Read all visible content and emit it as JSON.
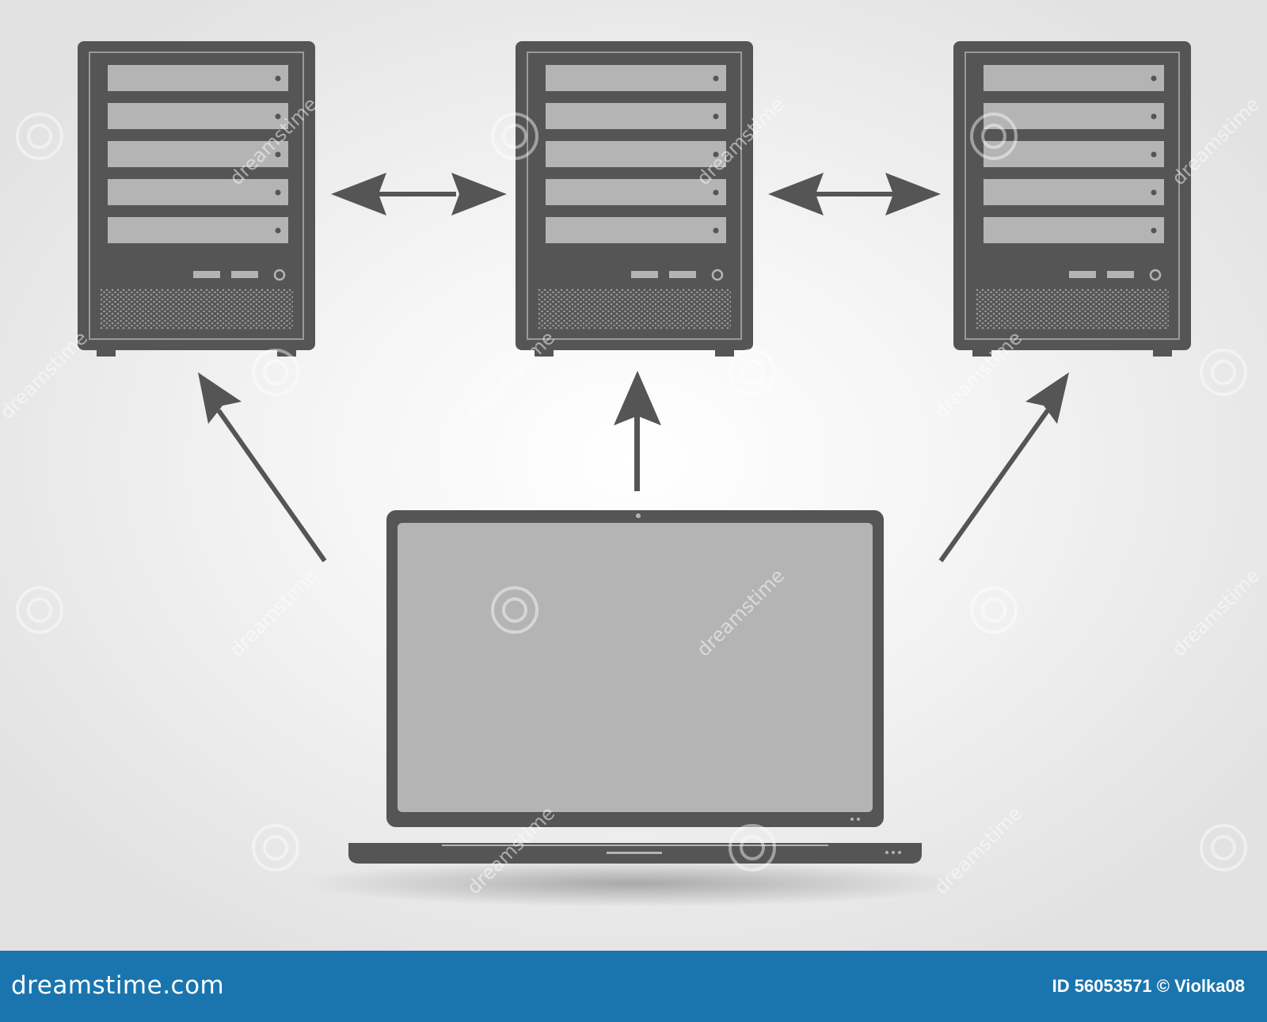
{
  "diagram": {
    "nodes": [
      {
        "id": "server-left",
        "kind": "server-icon"
      },
      {
        "id": "server-center",
        "kind": "server-icon"
      },
      {
        "id": "server-right",
        "kind": "server-icon"
      },
      {
        "id": "laptop",
        "kind": "laptop-icon"
      }
    ],
    "edges": [
      {
        "from": "server-left",
        "to": "server-center",
        "direction": "both"
      },
      {
        "from": "server-center",
        "to": "server-right",
        "direction": "both"
      },
      {
        "from": "laptop",
        "to": "server-left",
        "direction": "forward"
      },
      {
        "from": "laptop",
        "to": "server-center",
        "direction": "forward"
      },
      {
        "from": "laptop",
        "to": "server-right",
        "direction": "forward"
      }
    ],
    "colors": {
      "icon": "#555555",
      "panel": "#b4b4b4",
      "footer": "#1a75ae"
    }
  },
  "watermark": {
    "text": "dreamstime",
    "icon": "spiral-icon"
  },
  "footer": {
    "brand": "dreamstime.com",
    "id_label": "ID 56053571",
    "copyright": "©",
    "author": "Violka08"
  }
}
